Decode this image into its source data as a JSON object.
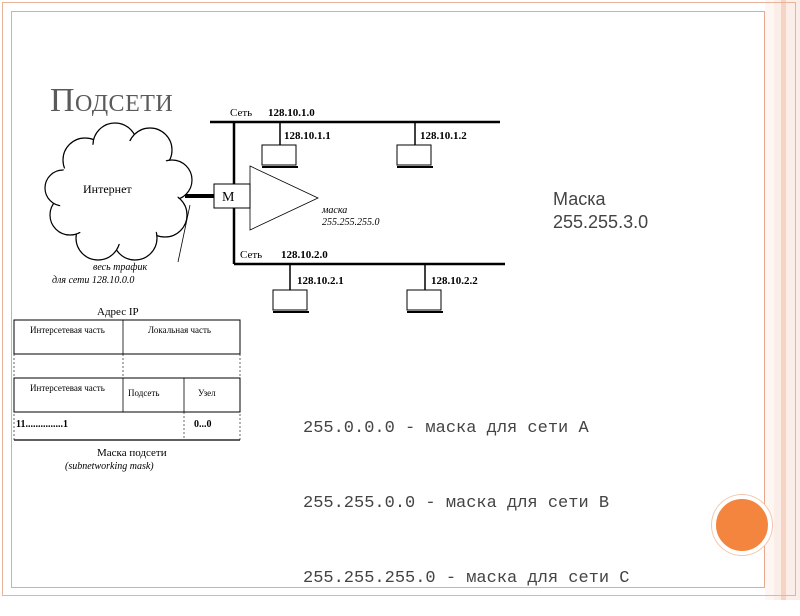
{
  "slide": {
    "title": "Подсети"
  },
  "network_diagram": {
    "net1_prefix": "Сеть",
    "net1_address": "128.10.1.0",
    "host1": "128.10.1.1",
    "host2": "128.10.1.2",
    "internet": "Интернет",
    "router": "M",
    "mask_word": "маска",
    "mask_value": "255.255.255.0",
    "net2_prefix": "Сеть",
    "net2_address": "128.10.2.0",
    "host3": "128.10.2.1",
    "host4": "128.10.2.2",
    "traffic_line1": "весь трафик",
    "traffic_line2": "для сети 128.10.0.0"
  },
  "ip_address_diagram": {
    "header": "Адрес IP",
    "row1_network": "Интерсетевая часть",
    "row1_local": "Локальная часть",
    "row2_network": "Интерсетевая часть",
    "row2_subnet": "Подсеть",
    "row2_node": "Узел",
    "ones": "11...............1",
    "zeros": "0...0",
    "caption1": "Маска подсети",
    "caption2": "(subnetworking mask)"
  },
  "mask_info": {
    "label": "Маска",
    "value": "255.255.3.0"
  },
  "mask_classes": [
    "255.0.0.0 - маска для сети A",
    "255.255.0.0 - маска для сети B",
    "255.255.255.0 - маска для сети C"
  ]
}
